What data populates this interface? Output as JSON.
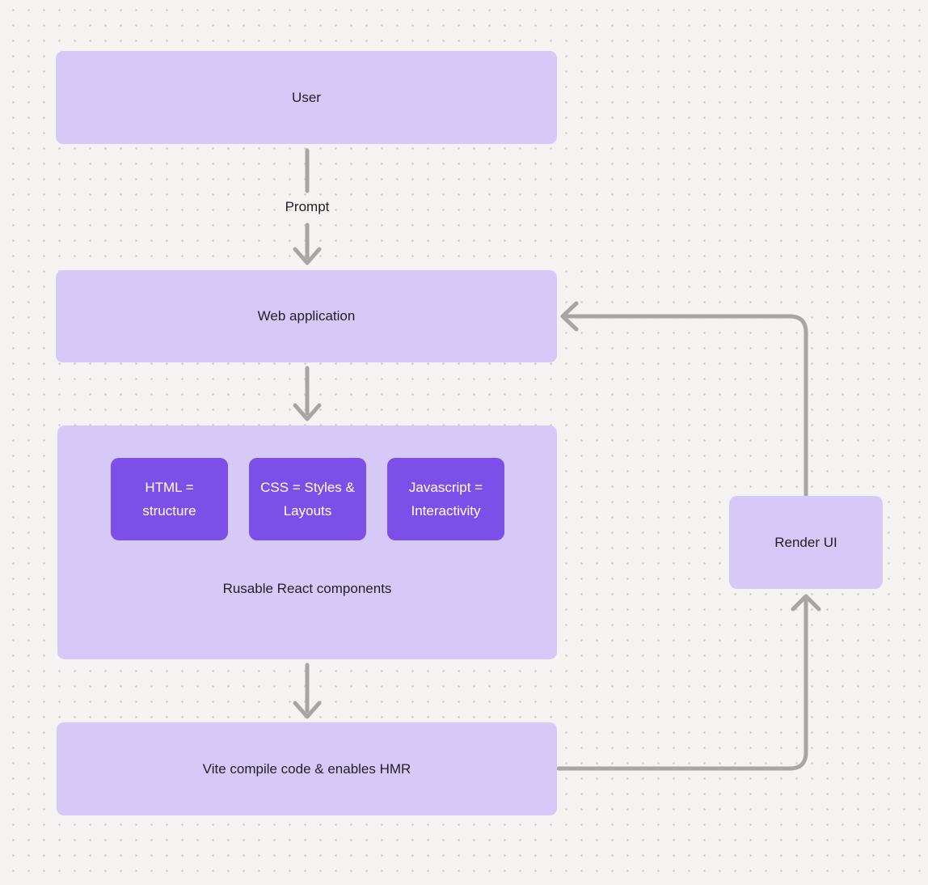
{
  "palette": {
    "background": "#f4f3f1",
    "dot": "#c8c6c3",
    "node_light": "#d7c9f7",
    "node_dark": "#7c4fe8",
    "connector": "#a8a5a3",
    "text_dark": "#211f26",
    "text_light": "#ffffff"
  },
  "nodes": {
    "user": {
      "label": "User"
    },
    "web_application": {
      "label": "Web application"
    },
    "components": {
      "caption": "Rusable React components",
      "items": [
        {
          "label": "HTML = structure"
        },
        {
          "label": "CSS = Styles & Layouts"
        },
        {
          "label": "Javascript = Interactivity"
        }
      ]
    },
    "vite": {
      "label": "Vite compile code & enables HMR"
    },
    "render_ui": {
      "label": "Render UI"
    }
  },
  "edges": {
    "prompt": {
      "label": "Prompt"
    }
  }
}
